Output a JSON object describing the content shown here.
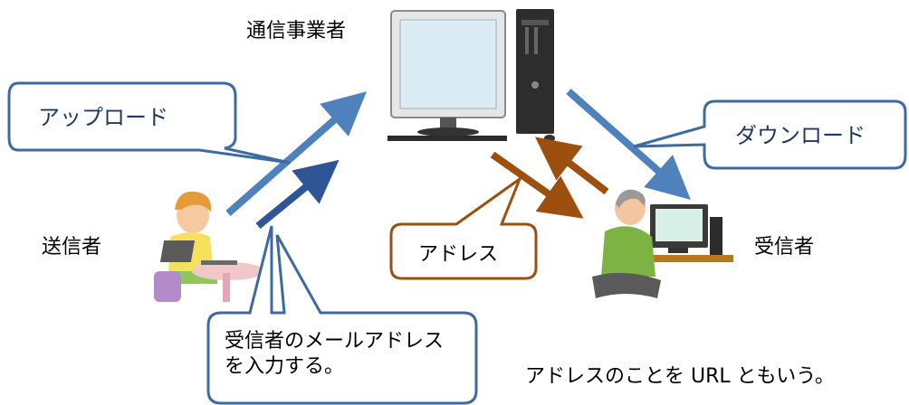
{
  "labels": {
    "carrier": "通信事業者",
    "sender": "送信者",
    "receiver": "受信者"
  },
  "callouts": {
    "upload": "アップロード",
    "download": "ダウンロード",
    "address": "アドレス",
    "input_note_line1": "受信者のメールアドレス",
    "input_note_line2": "を入力する。"
  },
  "note": "アドレスのことを URL ともいう。",
  "cropped_text": "",
  "colors": {
    "blue_arrow": "#4f81bd",
    "dark_blue_arrow": "#2f5597",
    "brown": "#9c4f0e",
    "callout_border": "#3d6aa3"
  }
}
